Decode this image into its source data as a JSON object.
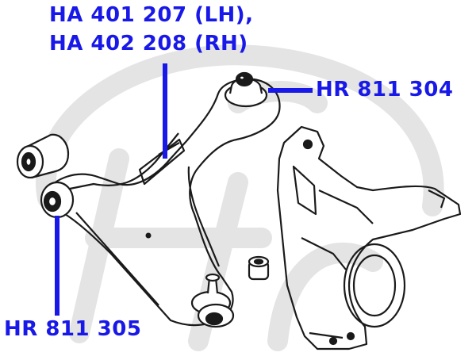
{
  "labels": {
    "arm_lh": "HA 401 207 (LH),",
    "arm_rh": "HA 402 208 (RH)",
    "upper_ball_joint": "HR 811 304",
    "front_bushing": "HR 811 305"
  },
  "colors": {
    "label": "#1818e8",
    "line": "#1a1a1a",
    "watermark": "#e2e2e2"
  }
}
